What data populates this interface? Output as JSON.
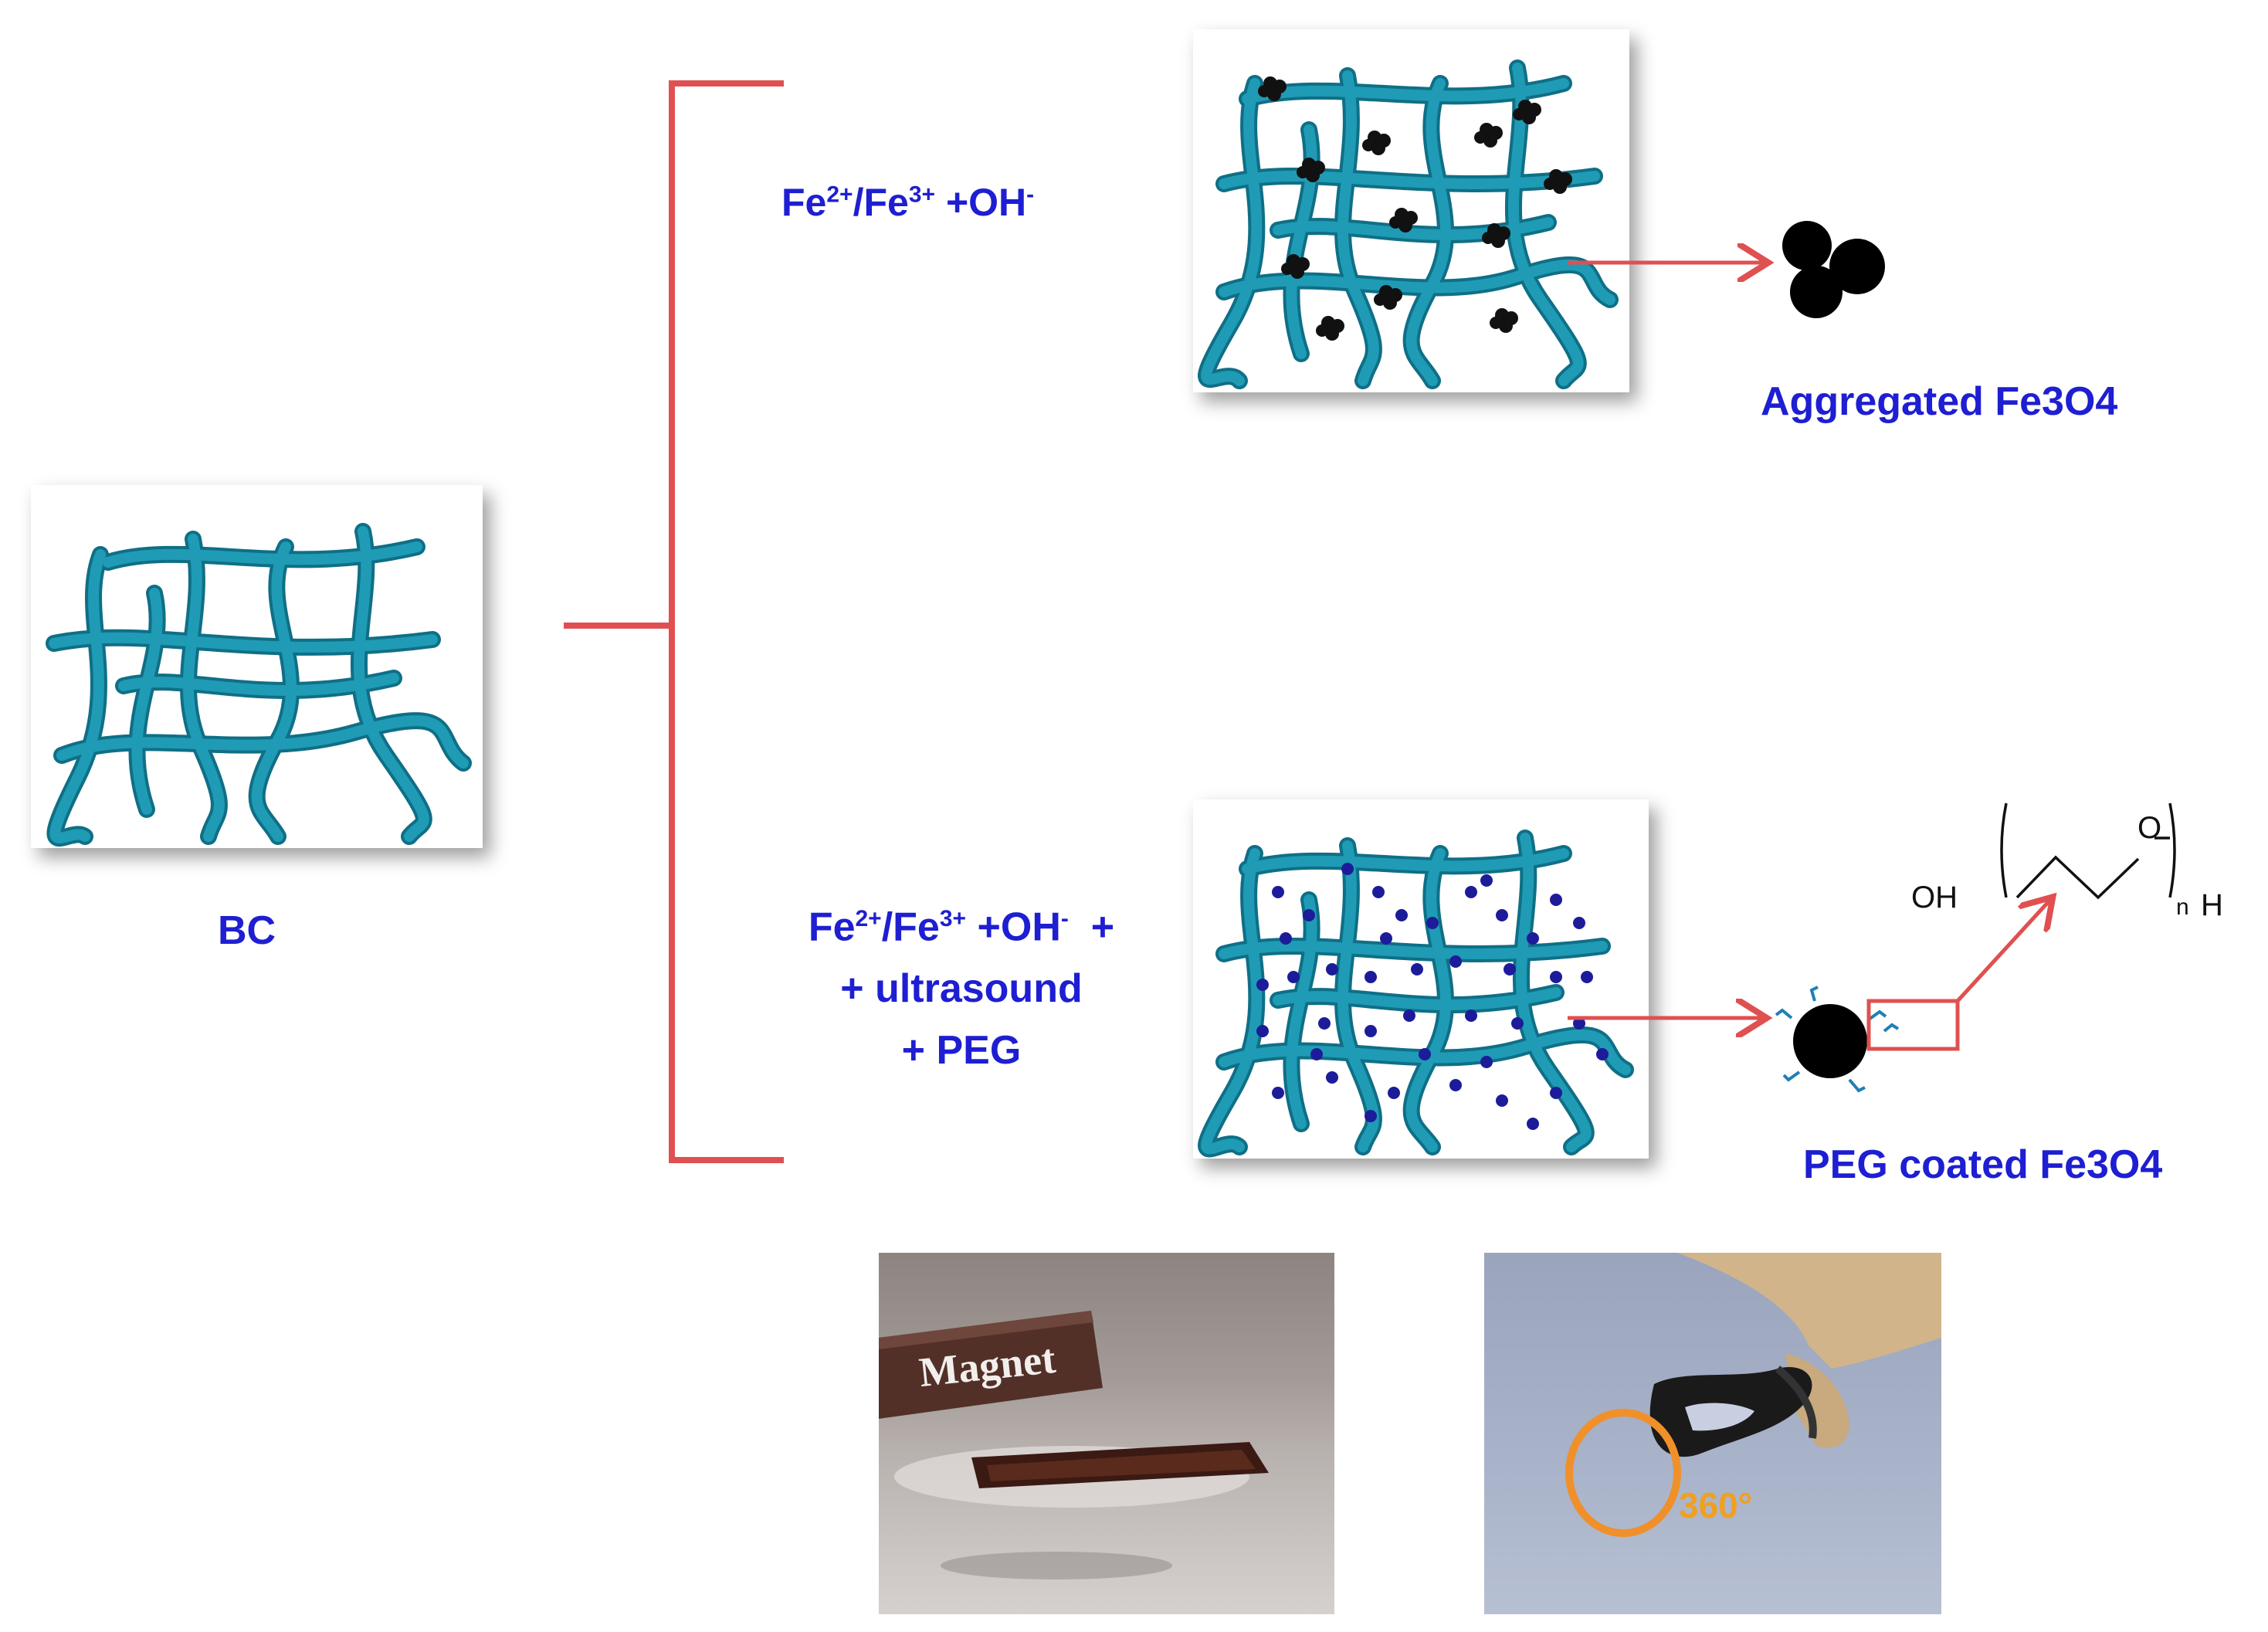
{
  "labels": {
    "bc": "BC",
    "reaction_top": {
      "a": "Fe",
      "a_sup": "2+",
      "b": "/Fe",
      "b_sup": "3+",
      "c": " +OH",
      "c_sup": "-"
    },
    "reaction_bottom": {
      "a": "Fe",
      "a_sup": "2+",
      "b": "/Fe",
      "b_sup": "3+",
      "c": " +OH",
      "c_sup": "-",
      "d": "  +",
      "line2": "+ ultrasound",
      "line3": "+ PEG"
    },
    "aggregated": "Aggregated Fe3O4",
    "peg_coated": "PEG coated Fe3O4",
    "peg_formula": {
      "oh": "OH",
      "o": "O",
      "n": "n",
      "h": "H"
    },
    "photo_magnet_text": "Magnet",
    "photo_angle_text": "360°"
  },
  "colors": {
    "fiber": "#1f9bb5",
    "fiber_dark": "#0f6f86",
    "bracket": "#e05050",
    "arrow": "#e05050",
    "label_blue": "#1e1ed2",
    "particle_black": "#000000",
    "particle_blue": "#1c1c9a",
    "angle_orange": "#f0902a"
  }
}
